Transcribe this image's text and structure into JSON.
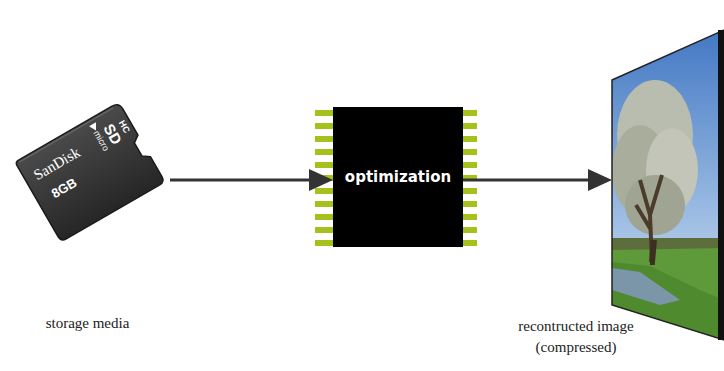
{
  "diagram": {
    "nodes": [
      {
        "text": [
          "storage media"
        ]
      },
      {
        "text": [
          "optimization"
        ]
      },
      {
        "text": [
          "recontructed image (compressed)"
        ]
      }
    ],
    "edges": [
      {
        "from": 0,
        "to": 1,
        "arrow": "to"
      },
      {
        "from": 1,
        "to": 2,
        "arrow": "to"
      }
    ],
    "labels": [
      "SanDisk",
      "8GB",
      "micro",
      "SD",
      "HC"
    ]
  }
}
